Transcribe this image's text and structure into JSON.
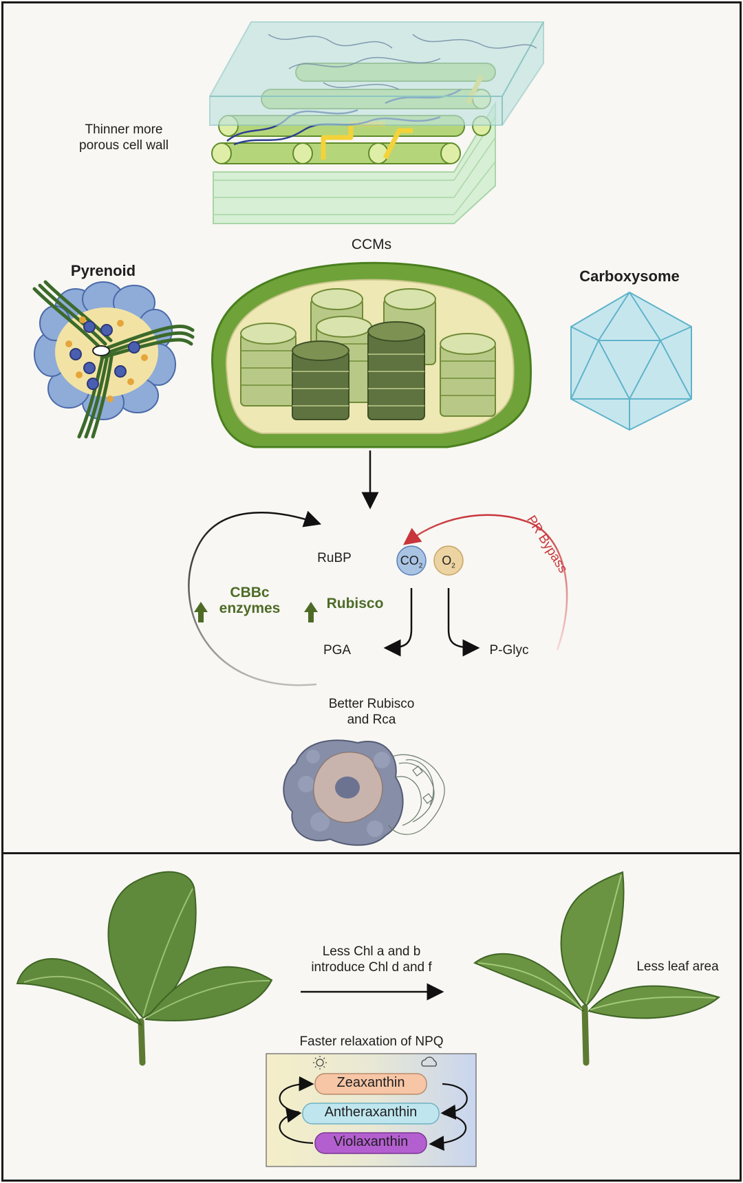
{
  "top_panel": {
    "cell_wall_label": "Thinner more\nporous cell wall",
    "ccms_label": "CCMs",
    "pyrenoid_label": "Pyrenoid",
    "carboxysome_label": "Carboxysome",
    "rubp_label": "RuBP",
    "co2_label": "CO",
    "co2_sub": "2",
    "o2_label": "O",
    "o2_sub": "2",
    "pr_bypass_label": "PR Bypass",
    "cbbc_label": "CBBc\nenzymes",
    "rubisco_label": "Rubisco",
    "pga_label": "PGA",
    "pglyc_label": "P-Glyc",
    "better_rubisco_label": "Better Rubisco\nand Rca"
  },
  "bottom_panel": {
    "chl_label": "Less Chl a and b\nintroduce Chl d and f",
    "leaf_area_label": "Less leaf area",
    "npq_title": "Faster relaxation of NPQ",
    "pigments": [
      "Zeaxanthin",
      "Antheraxanthin",
      "Violaxanthin"
    ]
  },
  "colors": {
    "up_arrow_green": "#4d6b27",
    "pr_bypass_red": "#c8353a",
    "co2_fill": "#a9c3e3",
    "o2_fill": "#ecd3a2",
    "zeaxanthin": "#f6c6a6",
    "antheraxanthin": "#bfe6ef",
    "violaxanthin": "#b45fd0"
  },
  "icons": [
    "sun-icon",
    "cloud-icon",
    "leaf-icon"
  ]
}
